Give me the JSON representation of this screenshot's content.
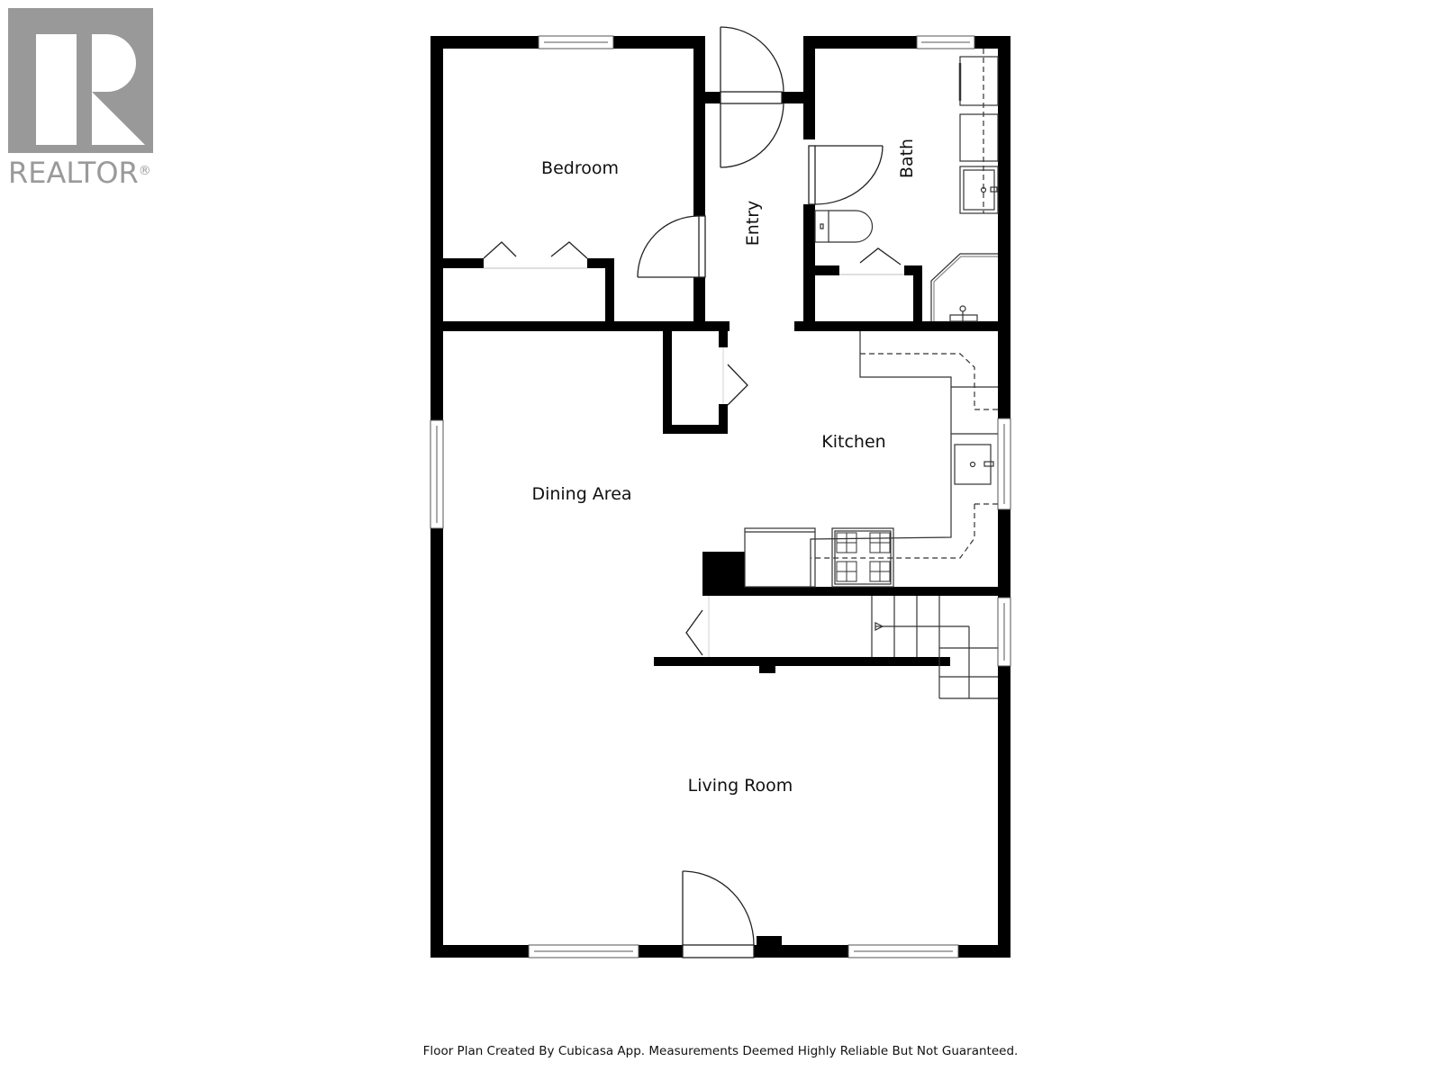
{
  "logo": {
    "brand_text": "REALTOR",
    "registered_mark": "®",
    "color": "#999999"
  },
  "floor_plan": {
    "rooms": [
      {
        "name": "Bedroom"
      },
      {
        "name": "Entry"
      },
      {
        "name": "Bath"
      },
      {
        "name": "Kitchen"
      },
      {
        "name": "Dining Area"
      },
      {
        "name": "Living Room"
      }
    ],
    "wall_color": "#000000",
    "fixture_color": "#333333"
  },
  "caption": "Floor Plan Created By Cubicasa App. Measurements Deemed Highly Reliable But Not Guaranteed."
}
